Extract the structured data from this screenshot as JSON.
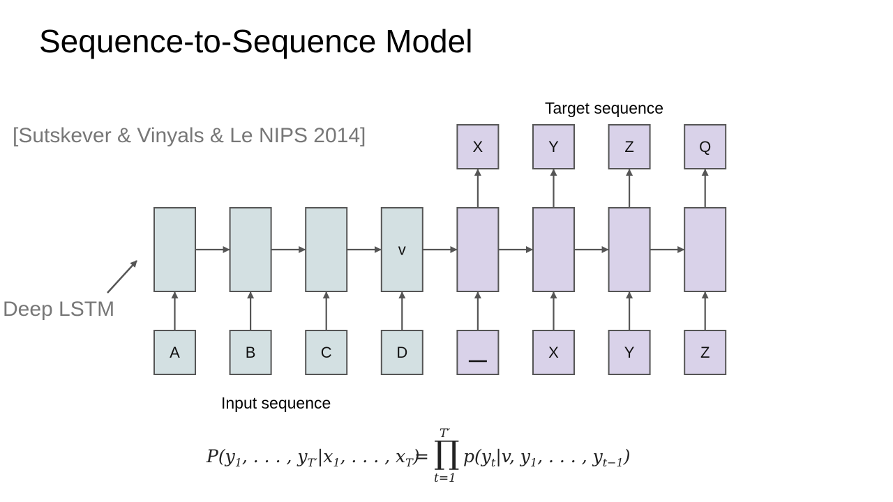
{
  "slide": {
    "title": "Sequence-to-Sequence Model",
    "citation": "[Sutskever & Vinyals & Le NIPS 2014]",
    "deep_lstm_label": "Deep LSTM",
    "target_label": "Target sequence",
    "input_label": "Input sequence"
  },
  "diagram": {
    "encoder_fill": "#d3e0e2",
    "decoder_fill": "#d9d2e9",
    "stroke": "#555555",
    "cells": [
      "",
      "",
      "",
      "v",
      "",
      "",
      "",
      ""
    ],
    "inputs": [
      "A",
      "B",
      "C",
      "D",
      "__",
      "X",
      "Y",
      "Z"
    ],
    "outputs": [
      "",
      "",
      "",
      "",
      "X",
      "Y",
      "Z",
      "Q"
    ]
  },
  "formula": {
    "lhs": "P(y1, . . . , yT′|x1, . . . , xT)",
    "eq": "=",
    "prod_sup": "T′",
    "prod_sub": "t=1",
    "rhs": "p(yt|v, y1, . . . , yt−1)"
  }
}
